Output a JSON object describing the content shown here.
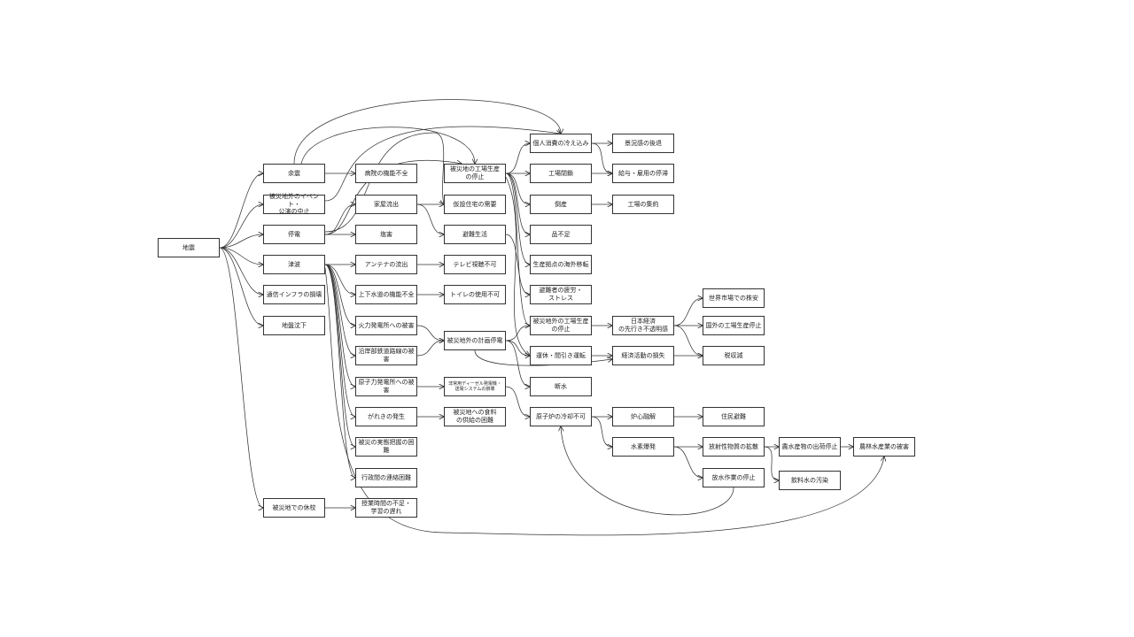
{
  "nodes": [
    {
      "id": "n_jishin",
      "label": "地震"
    },
    {
      "id": "n_yoshin",
      "label": "余震"
    },
    {
      "id": "n_event",
      "label": "被災地外のイベント・\n公演の中止"
    },
    {
      "id": "n_teiden",
      "label": "停電"
    },
    {
      "id": "n_tsunami",
      "label": "津波"
    },
    {
      "id": "n_tsushin",
      "label": "通信インフラの損壊"
    },
    {
      "id": "n_jiban",
      "label": "地盤沈下"
    },
    {
      "id": "n_kyuko",
      "label": "被災地での休校"
    },
    {
      "id": "n_byoin",
      "label": "病院の機能不全"
    },
    {
      "id": "n_kaoku",
      "label": "家屋流出"
    },
    {
      "id": "n_engai",
      "label": "塩害"
    },
    {
      "id": "n_antena",
      "label": "アンテナの流出"
    },
    {
      "id": "n_suido",
      "label": "上下水道の機能不全"
    },
    {
      "id": "n_karyoku",
      "label": "火力発電所への被害"
    },
    {
      "id": "n_tetsudo",
      "label": "沿岸部鉄道路線の被害"
    },
    {
      "id": "n_genshi",
      "label": "原子力発電所への被害"
    },
    {
      "id": "n_gareki",
      "label": "がれきの発生"
    },
    {
      "id": "n_jittai",
      "label": "被災の実態把握の困難"
    },
    {
      "id": "n_gyosei",
      "label": "行政間の連絡困難"
    },
    {
      "id": "n_jugyo",
      "label": "授業時間の不足・\n学習の遅れ"
    },
    {
      "id": "n_koujou1",
      "label": "被災地の工場生産\nの停止"
    },
    {
      "id": "n_kasetsu",
      "label": "仮設住宅の需要"
    },
    {
      "id": "n_hinan",
      "label": "避難生活"
    },
    {
      "id": "n_tv",
      "label": "テレビ視聴不可"
    },
    {
      "id": "n_toilet",
      "label": "トイレの使用不可"
    },
    {
      "id": "n_keikaku",
      "label": "被災地外の計画停電"
    },
    {
      "id": "n_diesel",
      "label": "非常用ディーゼル発電機・\n送電システムの損壊",
      "small": true
    },
    {
      "id": "n_shokuryo",
      "label": "被災地への食料\nの供給の困難"
    },
    {
      "id": "n_kojin",
      "label": "個人消費の冷え込み"
    },
    {
      "id": "n_heisa",
      "label": "工場閉鎖"
    },
    {
      "id": "n_tosan",
      "label": "倒産"
    },
    {
      "id": "n_shinabusoku",
      "label": "品不足"
    },
    {
      "id": "n_kaigai",
      "label": "生産拠点の海外移転"
    },
    {
      "id": "n_hirou",
      "label": "避難者の疲労・\nストレス"
    },
    {
      "id": "n_koujou2",
      "label": "被災地外の工場生産\nの停止"
    },
    {
      "id": "n_unkyu",
      "label": "運休・間引き運転"
    },
    {
      "id": "n_dansui",
      "label": "断水"
    },
    {
      "id": "n_reikyaku",
      "label": "原子炉の冷却不可"
    },
    {
      "id": "n_keiki",
      "label": "景況感の後退"
    },
    {
      "id": "n_kyuyo",
      "label": "給与・雇用の停滞"
    },
    {
      "id": "n_shuyaku",
      "label": "工場の集約"
    },
    {
      "id": "n_nihon",
      "label": "日本経済\nの先行き不透明感"
    },
    {
      "id": "n_keizai",
      "label": "経済活動の損失"
    },
    {
      "id": "n_roshin",
      "label": "炉心融解"
    },
    {
      "id": "n_suiso",
      "label": "水素爆発"
    },
    {
      "id": "n_sekai",
      "label": "世界市場での株安"
    },
    {
      "id": "n_kokugai",
      "label": "国外の工場生産停止"
    },
    {
      "id": "n_zeishu",
      "label": "税収減"
    },
    {
      "id": "n_jumin",
      "label": "住民避難"
    },
    {
      "id": "n_hoshasei",
      "label": "放射性物質の拡散"
    },
    {
      "id": "n_hosui",
      "label": "放水作業の停止"
    },
    {
      "id": "n_nousuisan",
      "label": "農水産物の出荷停止"
    },
    {
      "id": "n_inryo",
      "label": "飲料水の汚染"
    },
    {
      "id": "n_norin",
      "label": "農林水産業の被害"
    }
  ]
}
